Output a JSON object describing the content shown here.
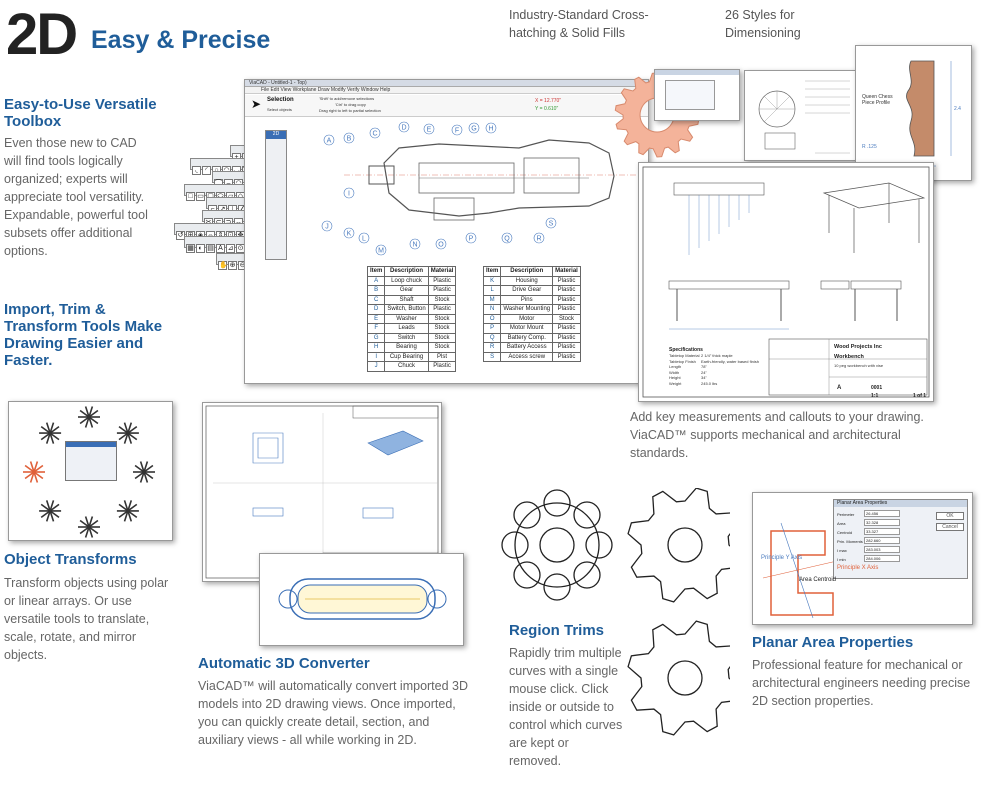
{
  "header": {
    "big": "2D",
    "tagline": "Easy & Precise"
  },
  "top_notes": [
    "Industry-Standard Cross-hatching & Solid Fills",
    "26 Styles for Dimensioning"
  ],
  "sections": {
    "toolbox": {
      "title": "Easy-to-Use Versatile Toolbox",
      "body": "Even those new to CAD will find tools logically organized; experts will appreciate tool versatility. Expandable, powerful tool subsets offer additional options."
    },
    "import": {
      "title": "Import, Trim & Transform Tools Make Drawing Easier and Faster."
    },
    "transforms": {
      "title": "Object Transforms",
      "body": "Transform objects using polar or linear arrays. Or use versatile tools to translate, scale, rotate, and mirror objects."
    },
    "converter": {
      "title": "Automatic 3D Converter",
      "body": "ViaCAD™ will automatically convert imported 3D models into 2D drawing views. Once imported, you can quickly create detail, section, and auxiliary views - all while working in 2D."
    },
    "measure": {
      "body": "Add key measurements and callouts to your drawing. ViaCAD™ supports mechanical and architectural standards."
    },
    "trims": {
      "title": "Region Trims",
      "body": "Rapidly trim multiple curves with a single mouse click. Click inside or outside to control which curves are kept or removed."
    },
    "planar": {
      "title": "Planar Area Properties",
      "body": "Professional feature for mechanical or architectural engineers needing precise 2D section properties."
    }
  },
  "cad_window": {
    "title": "ViaCAD - Untitled-1 - Top)",
    "menus": "File  Edit  View  Workplane  Draw  Modify  Verify  Window  Help",
    "panel_title": "Selection",
    "panel_hint": "Select objects",
    "hint1": "'Shift' to add/remove selections",
    "hint2": "'Ctrl' to drag copy",
    "hint3": "Drag right to left to partial selection",
    "coord_x": "X = 12.770\"",
    "coord_y": "Y = 0.610\"",
    "callouts": [
      "A",
      "B",
      "C",
      "D",
      "E",
      "F",
      "G",
      "H",
      "I",
      "J",
      "K",
      "L",
      "M",
      "N",
      "O",
      "P",
      "Q",
      "R",
      "S"
    ],
    "table_left": {
      "headers": [
        "Item",
        "Description",
        "Material"
      ],
      "rows": [
        [
          "A",
          "Loop chuck",
          "Plastic"
        ],
        [
          "B",
          "Gear",
          "Plastic"
        ],
        [
          "C",
          "Shaft",
          "Stock"
        ],
        [
          "D",
          "Switch, Button",
          "Plastic"
        ],
        [
          "E",
          "Washer",
          "Stock"
        ],
        [
          "F",
          "Leads",
          "Stock"
        ],
        [
          "G",
          "Switch",
          "Stock"
        ],
        [
          "H",
          "Bearing",
          "Stock"
        ],
        [
          "I",
          "Cup Bearing",
          "Plst"
        ],
        [
          "J",
          "Chuck",
          "Plastic"
        ]
      ]
    },
    "table_right": {
      "headers": [
        "Item",
        "Description",
        "Material"
      ],
      "rows": [
        [
          "K",
          "Housing",
          "Plastic"
        ],
        [
          "L",
          "Drive Gear",
          "Plastic"
        ],
        [
          "M",
          "Pins",
          "Plastic"
        ],
        [
          "N",
          "Washer Mounting",
          "Plastic"
        ],
        [
          "O",
          "Motor",
          "Stock"
        ],
        [
          "P",
          "Motor Mount",
          "Plastic"
        ],
        [
          "Q",
          "Battery Comp.",
          "Plastic"
        ],
        [
          "R",
          "Battery Access",
          "Plastic"
        ],
        [
          "S",
          "Access screw",
          "Plastic"
        ]
      ]
    }
  },
  "workbench_sheet": {
    "company": "Wood Projects Inc",
    "part": "Workbench",
    "desc": "10 peg workbench with vise",
    "spec_title": "Specifications",
    "specs": [
      "Tabletop Material",
      "Tabletop Finish",
      "Length",
      "Width",
      "Height",
      "Weight"
    ],
    "spec_values": [
      "2 1/4\" thick maple",
      "Earth-friendly, water based finish",
      "78\"",
      "24\"",
      "34\"",
      "245.0 lbs"
    ],
    "sheet_size": "A",
    "dwg_no": "0001",
    "scale": "1:1",
    "sheet": "1 of 1"
  },
  "profile_sheet": {
    "label": "Queen Chess Piece Profile",
    "dim_r": "R .125",
    "dim_h": "2.4"
  },
  "planar_dialog": {
    "title": "Planar Area Properties",
    "rows": [
      "Perimeter",
      "Area",
      "Centroid",
      "Prin. Moments",
      "I max",
      "I min"
    ],
    "values": [
      "26.456",
      "32.328",
      "33.327",
      "282.660",
      "283.003",
      "284.006"
    ],
    "ok": "OK",
    "cancel": "Cancel",
    "labels": {
      "y_axis": "Principle Y Axis",
      "x_axis": "Principle X Axis",
      "centroid": "Area Centroid"
    }
  },
  "colors": {
    "accent": "#1f5d99",
    "gear": "#f4b39a",
    "highlight": "#e0613a"
  }
}
